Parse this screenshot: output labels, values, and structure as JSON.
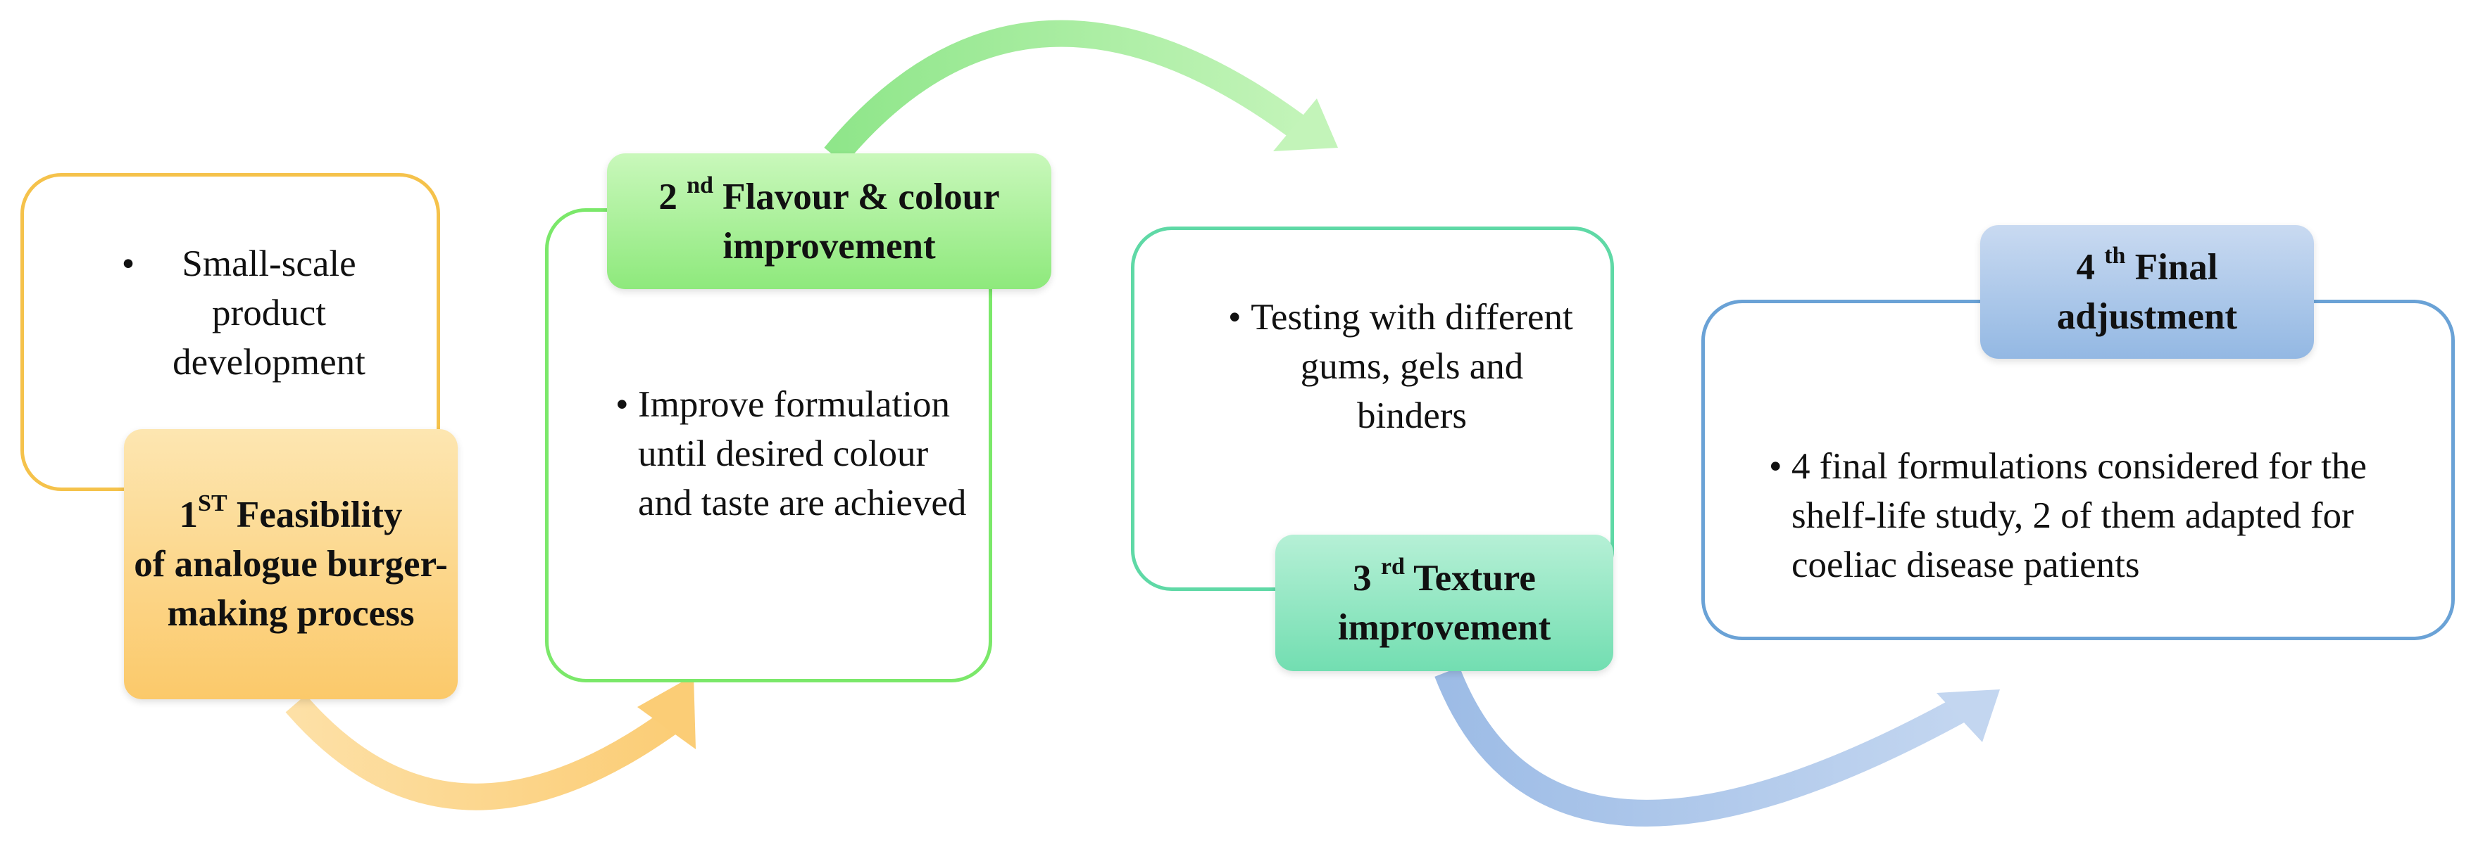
{
  "steps": [
    {
      "ordinal": "1",
      "suffix": "ST",
      "title_line1": "Feasibility",
      "title_rest": "of analogue burger-making process",
      "bullet": "Small-scale product development",
      "color": "#f5c24b"
    },
    {
      "ordinal": "2",
      "suffix": "nd",
      "title_line1": "Flavour & colour",
      "title_rest": "improvement",
      "bullet": "Improve formulation until desired colour and taste are achieved",
      "color": "#7be86a"
    },
    {
      "ordinal": "3",
      "suffix": "rd",
      "title_line1": "Texture",
      "title_rest": "improvement",
      "bullet": "Testing with different gums, gels and binders",
      "color": "#5fd9a6"
    },
    {
      "ordinal": "4",
      "suffix": "th",
      "title_line1": "Final",
      "title_rest": "adjustment",
      "bullet": "4 final formulations considered for the shelf-life study, 2 of them adapted for coeliac disease patients",
      "color": "#6aa2d6"
    }
  ],
  "bullet_symbol": "•",
  "arrow_colors": [
    "#fbd489",
    "#a8eea0",
    "#a6c3e8"
  ]
}
